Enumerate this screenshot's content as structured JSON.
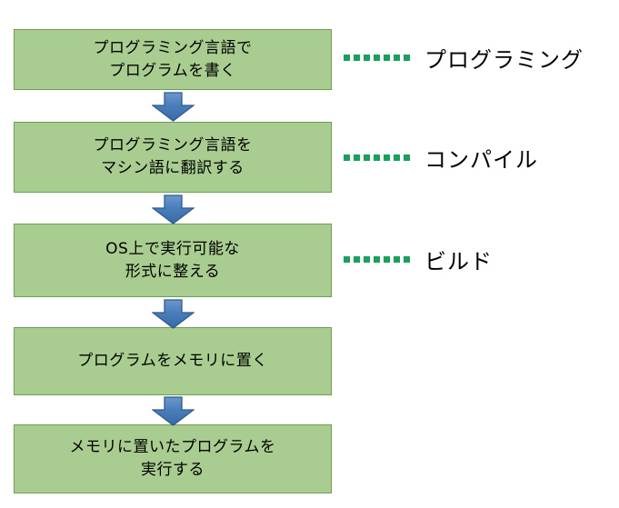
{
  "diagram": {
    "title": "program execution flow",
    "colors": {
      "box_fill": "#a9cc90",
      "box_border": "#6f9e53",
      "arrow_fill": "#4a7ebb",
      "arrow_border": "#2e5b8f",
      "legend_dot": "#19a05c",
      "text": "#000000",
      "background": "#ffffff"
    },
    "steps": [
      {
        "id": "write-code",
        "text": "プログラミング言語で\nプログラムを書く"
      },
      {
        "id": "compile",
        "text": "プログラミング言語を\nマシン語に翻訳する"
      },
      {
        "id": "build",
        "text": "OS上で実行可能な\n形式に整える"
      },
      {
        "id": "load-memory",
        "text": "プログラムをメモリに置く"
      },
      {
        "id": "execute",
        "text": "メモリに置いたプログラムを\n実行する"
      }
    ],
    "arrows": [
      {
        "id": "arrow-1",
        "icon": "down-arrow-icon"
      },
      {
        "id": "arrow-2",
        "icon": "down-arrow-icon"
      },
      {
        "id": "arrow-3",
        "icon": "down-arrow-icon"
      },
      {
        "id": "arrow-4",
        "icon": "down-arrow-icon"
      }
    ],
    "legend": [
      {
        "id": "legend-programming",
        "label": "プログラミング",
        "dots": 7
      },
      {
        "id": "legend-compile",
        "label": "コンパイル",
        "dots": 7
      },
      {
        "id": "legend-build",
        "label": "ビルド",
        "dots": 7
      }
    ]
  }
}
